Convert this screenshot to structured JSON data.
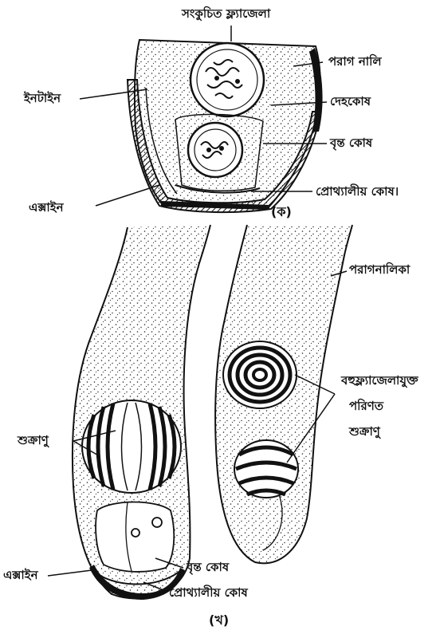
{
  "labels": {
    "top_flagella": "সংকুচিত ফ্ল্যাজেলা",
    "pollen_tube_a": "পরাগ নালি",
    "intine": "ইনটাইন",
    "body_cell": "দেহকোষ",
    "stalk_cell_a": "বৃন্ত কোষ",
    "prothallial_cell_a": "প্রোথ্যালীয় কোষ।",
    "exine_a": "এক্সাইন",
    "caption_a": "(ক)",
    "pollen_tube_b": "পরাগনালিকা",
    "multiflagellate_line1": "বহুফ্ল্যাজেলাযুক্ত",
    "multiflagellate_line2": "পরিণত",
    "multiflagellate_line3": "শুক্রাণু",
    "sperm": "শুক্রাণু",
    "exine_b": "এক্সাইন",
    "stalk_cell_b": "বৃন্ত কোষ",
    "prothallial_cell_b": "প্রোথ্যালীয় কোষ",
    "caption_b": "(খ)"
  },
  "colors": {
    "ink": "#111111",
    "paper": "#ffffff"
  }
}
